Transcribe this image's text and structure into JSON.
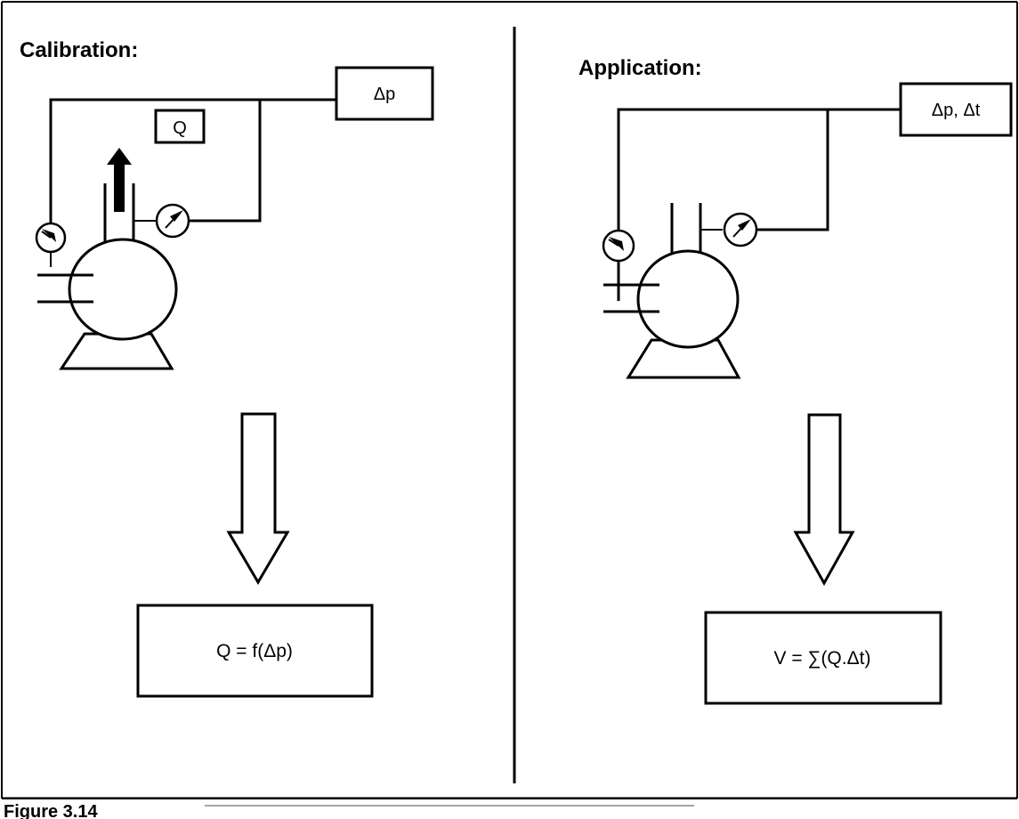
{
  "calibration": {
    "title": "Calibration:",
    "measured_flow_label": "Q",
    "pressure_label": "Δp",
    "result": "Q = f(Δp)"
  },
  "application": {
    "title": "Application:",
    "readings_label": "Δp, Δt",
    "result": "V = ∑(Q.Δt)"
  },
  "caption": "Figure 3.14"
}
